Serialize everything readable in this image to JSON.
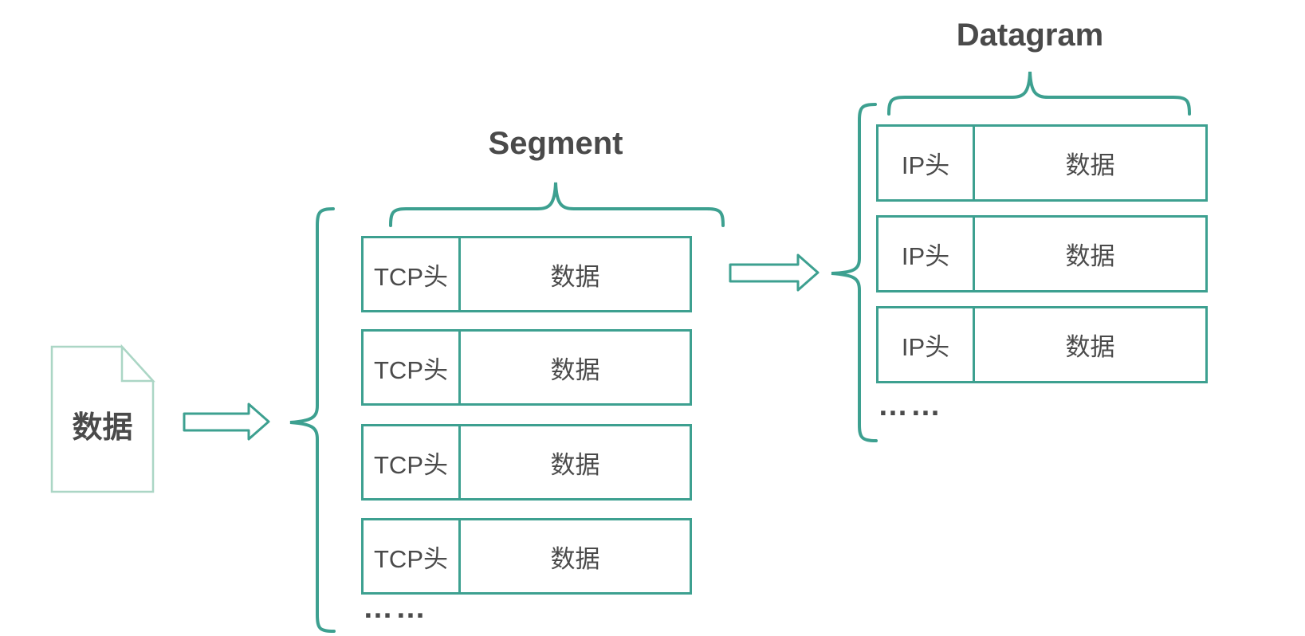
{
  "colors": {
    "teal": "#3DA090",
    "teal_light": "#ABD6C5",
    "text": "#4A4A4A",
    "background": "#FFFFFF"
  },
  "source": {
    "label": "数据"
  },
  "segment": {
    "title": "Segment",
    "rows": [
      {
        "header": "TCP头",
        "body": "数据"
      },
      {
        "header": "TCP头",
        "body": "数据"
      },
      {
        "header": "TCP头",
        "body": "数据"
      },
      {
        "header": "TCP头",
        "body": "数据"
      }
    ],
    "ellipsis": "……"
  },
  "datagram": {
    "title": "Datagram",
    "rows": [
      {
        "header": "IP头",
        "body": "数据"
      },
      {
        "header": "IP头",
        "body": "数据"
      },
      {
        "header": "IP头",
        "body": "数据"
      }
    ],
    "ellipsis": "……"
  }
}
